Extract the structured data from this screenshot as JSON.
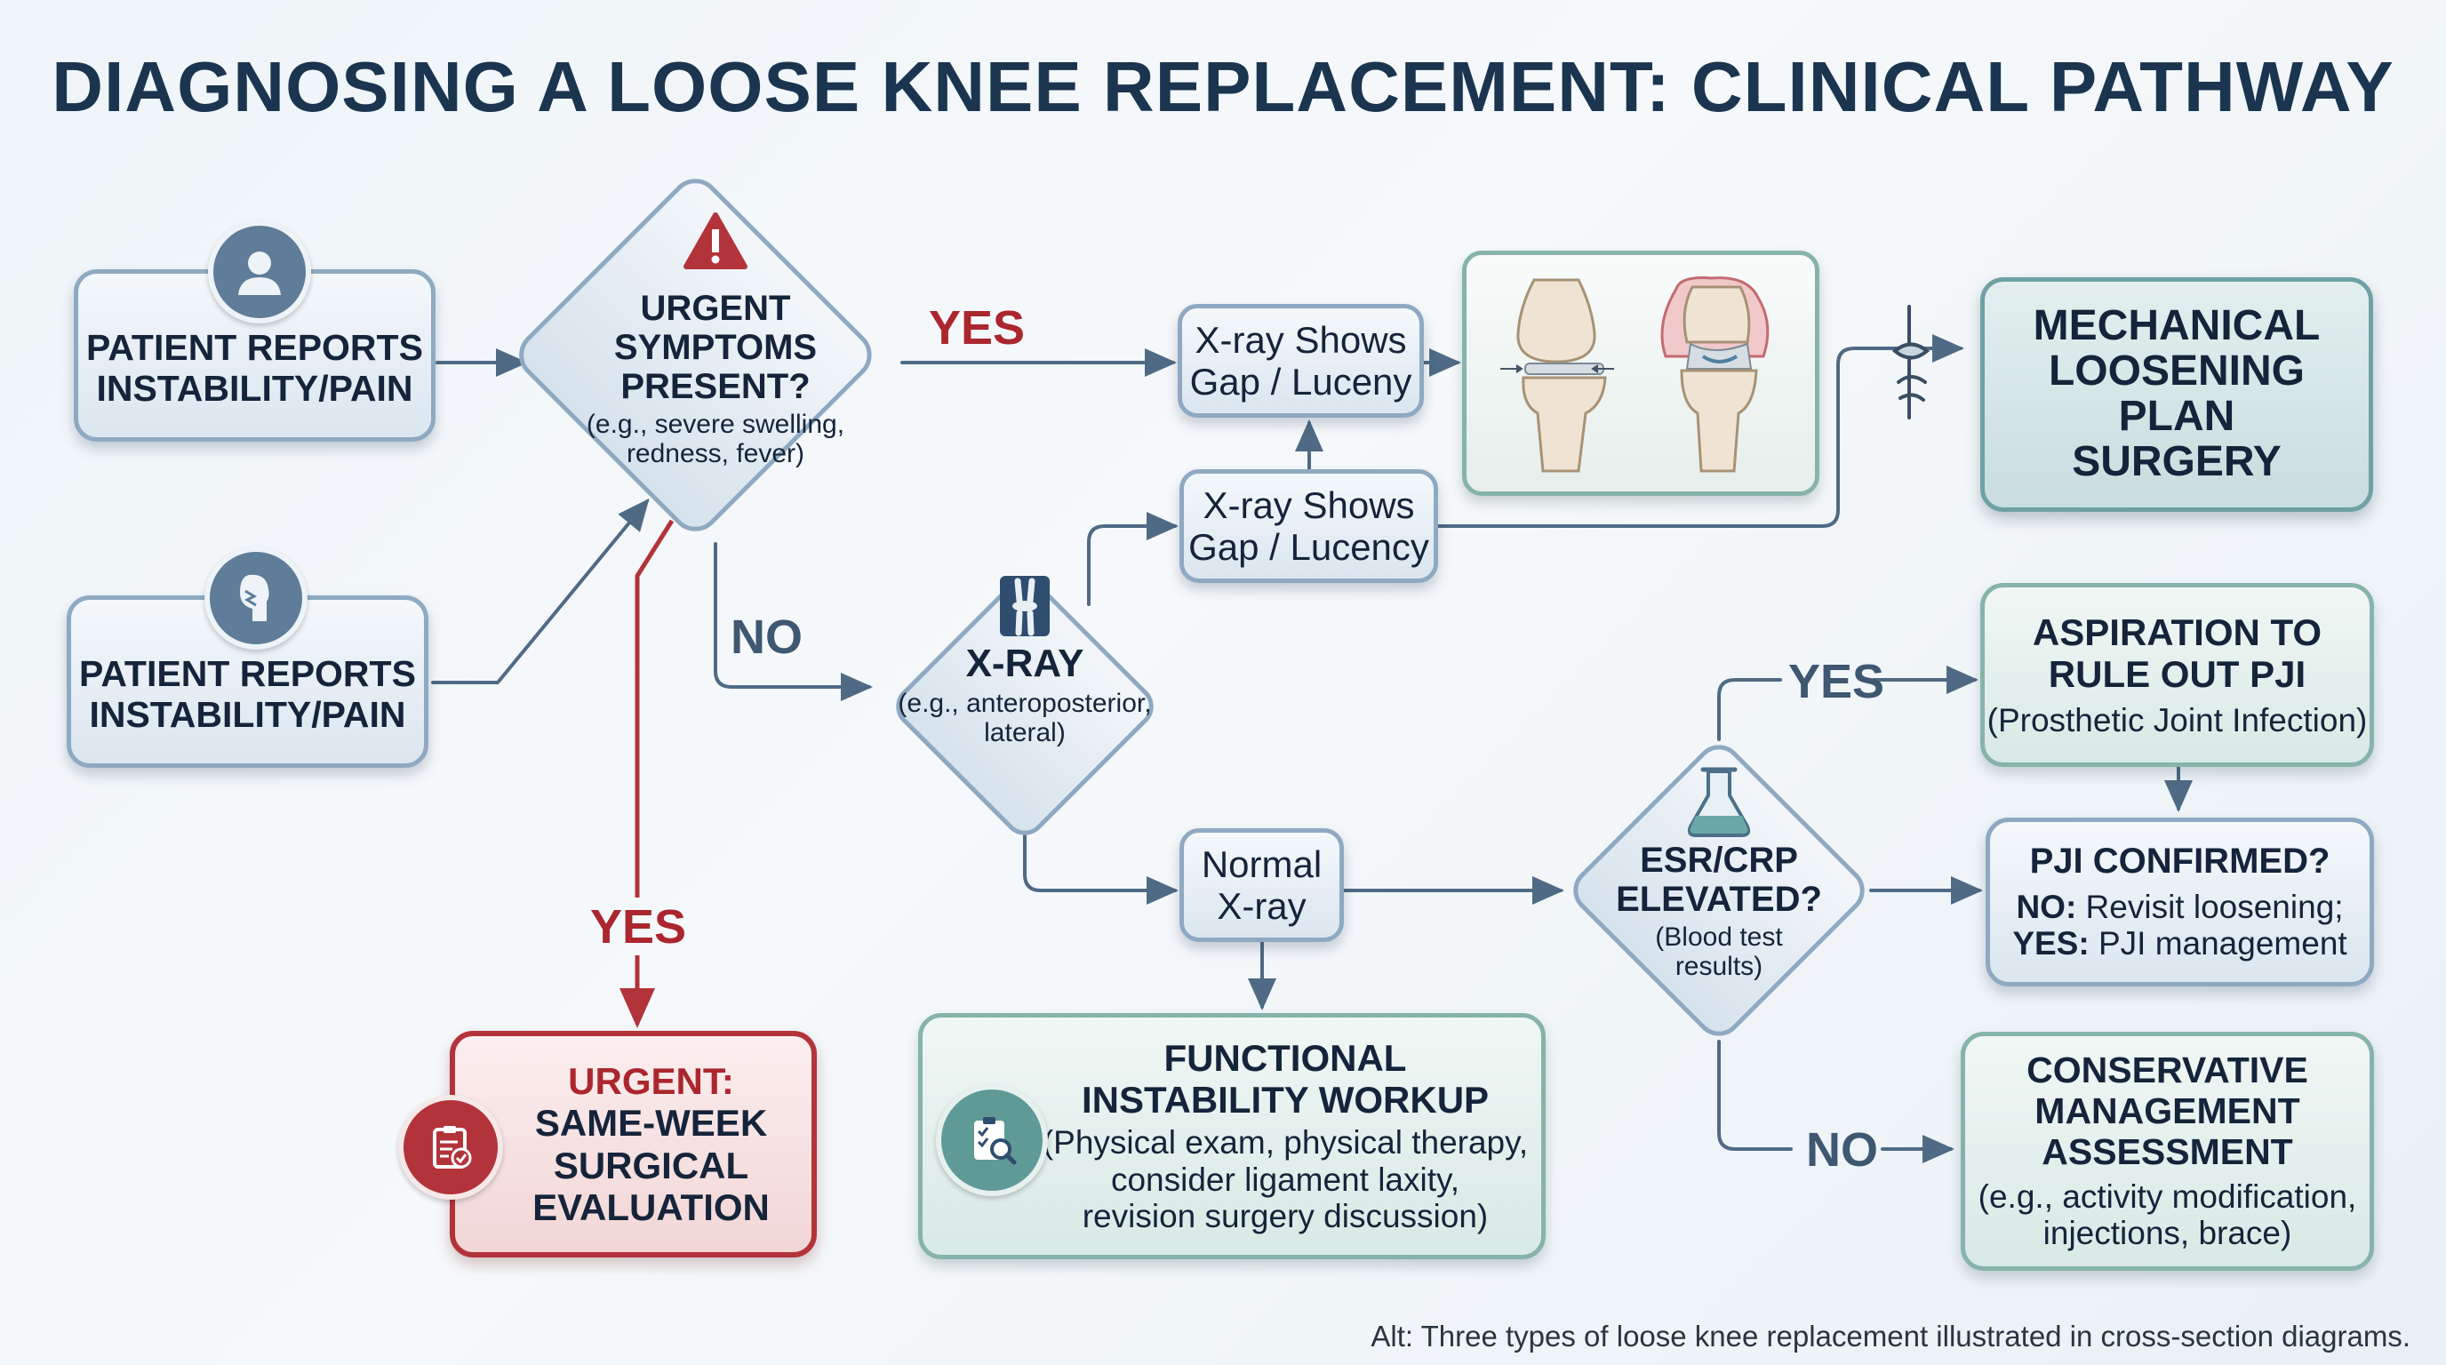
{
  "title": "DIAGNOSING A LOOSE KNEE REPLACEMENT: CLINICAL PATHWAY",
  "colors": {
    "accent_red": "#b3333a",
    "line_gray": "#4f6a85",
    "box_blue_border": "#8fa9c2",
    "box_teal_border": "#86b3aa"
  },
  "nodes": {
    "patient_1": "PATIENT REPORTS\nINSTABILITY/PAIN",
    "patient_2": "PATIENT REPORTS\nINSTABILITY/PAIN",
    "urgent_q": {
      "title": "URGENT\nSYMPTOMS\nPRESENT?",
      "sub": "(e.g., severe swelling,\nredness, fever)"
    },
    "xray": {
      "title": "X-RAY",
      "sub": "(e.g., anteroposterior,\nlateral)"
    },
    "xray_gap_1": "X-ray Shows\nGap / Luceny",
    "xray_gap_2": "X-ray Shows\nGap / Lucency",
    "normal_xray": "Normal\nX-ray",
    "mechanical": "MECHANICAL\nLOOSENING\nPLAN\nSURGERY",
    "urgent_eval": {
      "line1": "URGENT:",
      "rest": "SAME-WEEK\nSURGICAL\nEVALUATION"
    },
    "functional": {
      "title": "FUNCTIONAL\nINSTABILITY WORKUP",
      "sub": "(Physical exam, physical therapy,\nconsider ligament laxity,\nrevision surgery discussion)"
    },
    "esr": {
      "title": "ESR/CRP\nELEVATED?",
      "sub": "(Blood test\nresults)"
    },
    "aspiration": {
      "title": "ASPIRATION TO\nRULE OUT PJI",
      "sub": "(Prosthetic Joint Infection)"
    },
    "pji": {
      "title": "PJI CONFIRMED?",
      "no_label": "NO:",
      "no_text": " Revisit loosening;",
      "yes_label": "YES:",
      "yes_text": " PJI management"
    },
    "conservative": {
      "title": "CONSERVATIVE\nMANAGEMENT\nASSESSMENT",
      "sub": "(e.g., activity modification,\ninjections, brace)"
    }
  },
  "edge_labels": {
    "yes_top": "YES",
    "no_left": "NO",
    "yes_red": "YES",
    "yes_esr": "YES",
    "no_esr": "NO"
  },
  "icons": {
    "patient_1": "person-icon",
    "patient_2": "knee-pain-icon",
    "urgent": "warning-icon",
    "xray": "xray-knee-icon",
    "illustration": "knee-cross-section-illustration",
    "implant": "knee-implant-icon",
    "flask": "flask-icon",
    "clipboard_red": "clipboard-check-icon",
    "clipboard_teal": "clipboard-search-icon"
  },
  "footer": "Alt: Three types of loose knee replacement illustrated in cross-section diagrams."
}
